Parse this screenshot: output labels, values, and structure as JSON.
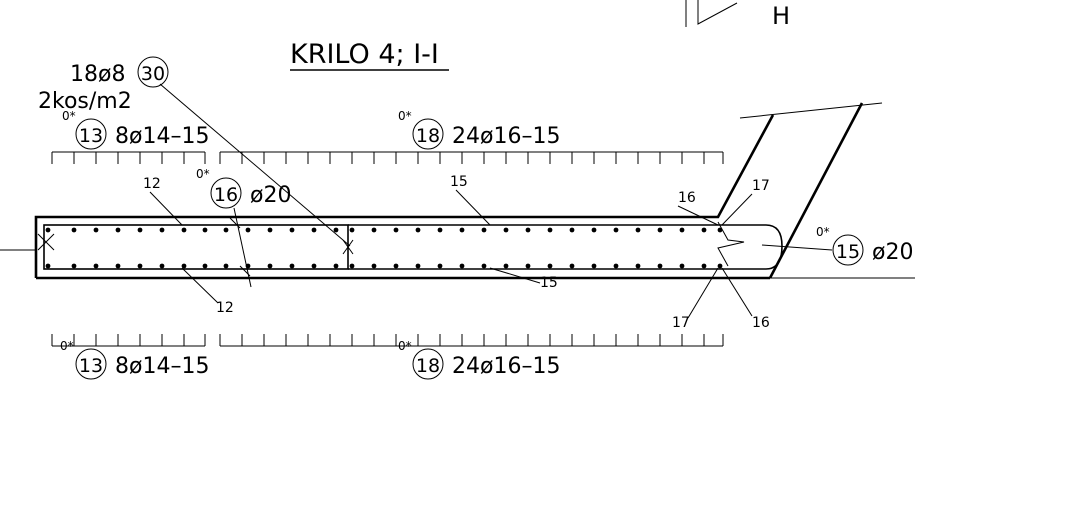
{
  "title": "KRILO 4; I-I",
  "header_mark": "H",
  "top_note": {
    "bars": "18ø8",
    "mark": "30",
    "density": "2kos/m2"
  },
  "zero_mark": "0*",
  "callouts": {
    "top_left": {
      "mark": "13",
      "text": "8ø14–15"
    },
    "top_right": {
      "mark": "18",
      "text": "24ø16–15"
    },
    "bottom_left": {
      "mark": "13",
      "text": "8ø14–15"
    },
    "bottom_right": {
      "mark": "18",
      "text": "24ø16–15"
    },
    "mid": {
      "mark": "16",
      "text": "ø20"
    },
    "right": {
      "mark": "15",
      "text": "ø20"
    }
  },
  "labels": {
    "p12_top": "12",
    "p12_bottom": "12",
    "p15_top": "15",
    "p15_bottom": "15",
    "p16_top": "16",
    "p16_bottom": "16",
    "p17_top": "17",
    "p17_bottom": "17"
  }
}
